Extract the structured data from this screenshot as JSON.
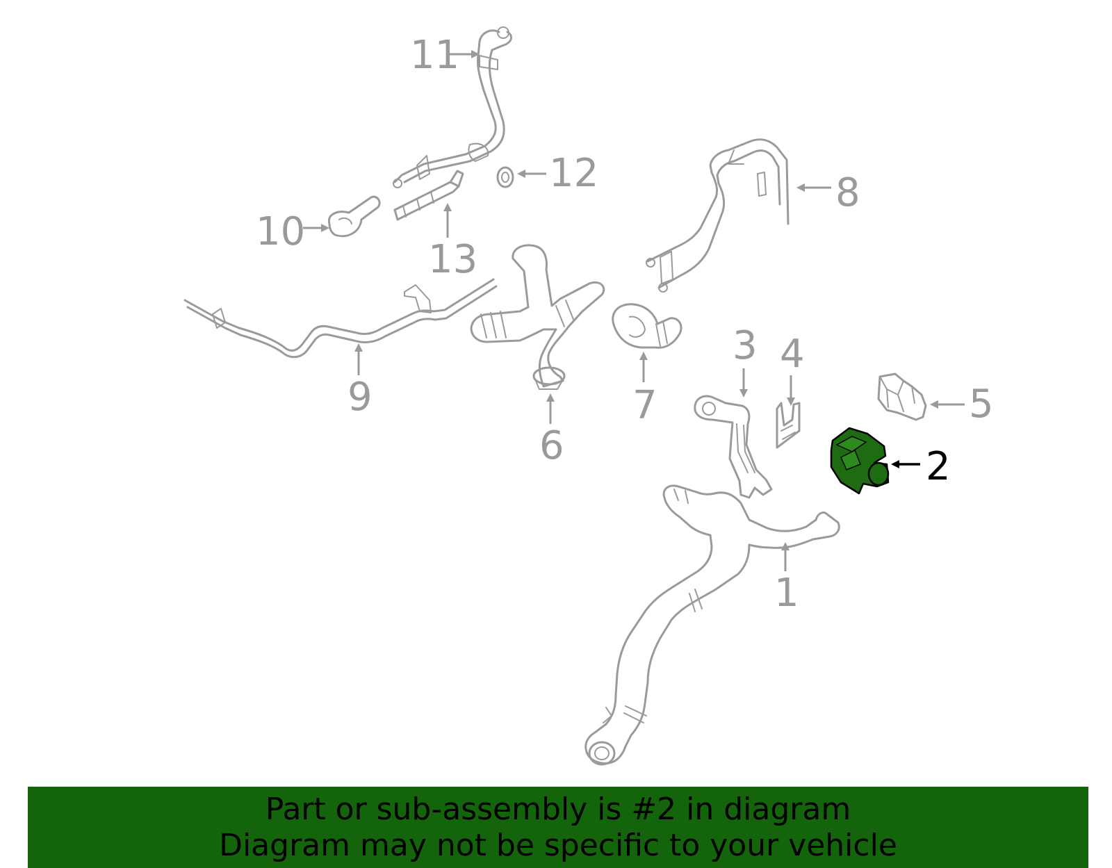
{
  "diagram": {
    "callouts": [
      {
        "id": "1",
        "label": "1"
      },
      {
        "id": "2",
        "label": "2",
        "highlighted": true
      },
      {
        "id": "3",
        "label": "3"
      },
      {
        "id": "4",
        "label": "4"
      },
      {
        "id": "5",
        "label": "5"
      },
      {
        "id": "6",
        "label": "6"
      },
      {
        "id": "7",
        "label": "7"
      },
      {
        "id": "8",
        "label": "8"
      },
      {
        "id": "9",
        "label": "9"
      },
      {
        "id": "10",
        "label": "10"
      },
      {
        "id": "11",
        "label": "11"
      },
      {
        "id": "12",
        "label": "12"
      },
      {
        "id": "13",
        "label": "13"
      }
    ],
    "colors": {
      "part_line": "#9a9a9a",
      "highlight_fill": "#1e6b12",
      "highlight_outline": "#000000",
      "banner_bg": "#13640a"
    }
  },
  "banner": {
    "line1": "Part or sub-assembly is #2 in diagram",
    "line2": "Diagram may not be specific to your vehicle"
  }
}
